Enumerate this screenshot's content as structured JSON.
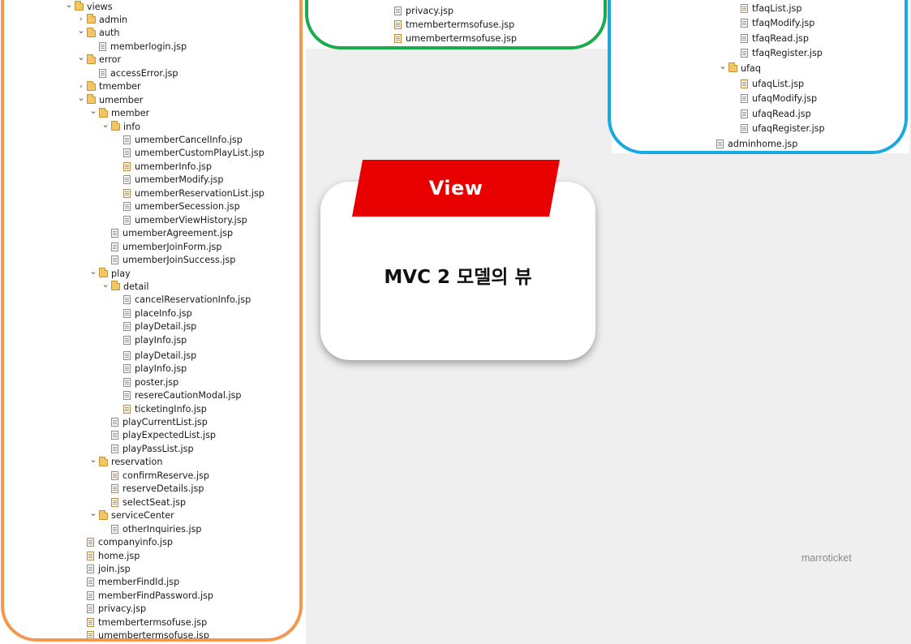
{
  "left_tree": {
    "items": [
      {
        "label": "views",
        "kind": "folder",
        "expanded": true,
        "depth": 0
      },
      {
        "label": "admin",
        "kind": "folder",
        "expanded": false,
        "depth": 1
      },
      {
        "label": "auth",
        "kind": "folder",
        "expanded": true,
        "depth": 1
      },
      {
        "label": "memberlogin.jsp",
        "kind": "file",
        "depth": 2
      },
      {
        "label": "error",
        "kind": "folder",
        "expanded": true,
        "depth": 1
      },
      {
        "label": "accessError.jsp",
        "kind": "file",
        "depth": 2
      },
      {
        "label": "tmember",
        "kind": "folder",
        "expanded": false,
        "depth": 1
      },
      {
        "label": "umember",
        "kind": "folder",
        "expanded": true,
        "depth": 1
      },
      {
        "label": "member",
        "kind": "folder",
        "expanded": true,
        "depth": 2
      },
      {
        "label": "info",
        "kind": "folder",
        "expanded": true,
        "depth": 3
      },
      {
        "label": "umemberCancelInfo.jsp",
        "kind": "file",
        "depth": 4
      },
      {
        "label": "umemberCustomPlayList.jsp",
        "kind": "file",
        "depth": 4
      },
      {
        "label": "umemberInfo.jsp",
        "kind": "file-mod",
        "depth": 4
      },
      {
        "label": "umemberModify.jsp",
        "kind": "file",
        "depth": 4
      },
      {
        "label": "umemberReservationList.jsp",
        "kind": "file-mod",
        "depth": 4
      },
      {
        "label": "umemberSecession.jsp",
        "kind": "file",
        "depth": 4
      },
      {
        "label": "umemberViewHistory.jsp",
        "kind": "file",
        "depth": 4
      },
      {
        "label": "umemberAgreement.jsp",
        "kind": "file",
        "depth": 3
      },
      {
        "label": "umemberJoinForm.jsp",
        "kind": "file",
        "depth": 3
      },
      {
        "label": "umemberJoinSuccess.jsp",
        "kind": "file",
        "depth": 3
      },
      {
        "label": "play",
        "kind": "folder",
        "expanded": true,
        "depth": 2
      },
      {
        "label": "detail",
        "kind": "folder",
        "expanded": true,
        "depth": 3
      },
      {
        "label": "cancelReservationInfo.jsp",
        "kind": "file",
        "depth": 4
      },
      {
        "label": "placeInfo.jsp",
        "kind": "file",
        "depth": 4
      },
      {
        "label": "playDetail.jsp",
        "kind": "file",
        "depth": 4
      },
      {
        "label": "playInfo.jsp",
        "kind": "file",
        "depth": 4
      },
      {
        "label": "playDetail.jsp",
        "kind": "file",
        "depth": 4
      },
      {
        "label": "playInfo.jsp",
        "kind": "file",
        "depth": 4
      },
      {
        "label": "poster.jsp",
        "kind": "file",
        "depth": 4
      },
      {
        "label": "resereCautionModal.jsp",
        "kind": "file",
        "depth": 4
      },
      {
        "label": "ticketingInfo.jsp",
        "kind": "file-mod",
        "depth": 4
      },
      {
        "label": "playCurrentList.jsp",
        "kind": "file",
        "depth": 3
      },
      {
        "label": "playExpectedList.jsp",
        "kind": "file",
        "depth": 3
      },
      {
        "label": "playPassList.jsp",
        "kind": "file",
        "depth": 3
      },
      {
        "label": "reservation",
        "kind": "folder",
        "expanded": true,
        "depth": 2
      },
      {
        "label": "confirmReserve.jsp",
        "kind": "file-mod",
        "depth": 3
      },
      {
        "label": "reserveDetails.jsp",
        "kind": "file-mod",
        "depth": 3
      },
      {
        "label": "selectSeat.jsp",
        "kind": "file-mod",
        "depth": 3
      },
      {
        "label": "serviceCenter",
        "kind": "folder",
        "expanded": true,
        "depth": 2
      },
      {
        "label": "otherInquiries.jsp",
        "kind": "file",
        "depth": 3
      },
      {
        "label": "companyinfo.jsp",
        "kind": "file-mod",
        "depth": 1
      },
      {
        "label": "home.jsp",
        "kind": "file-mod",
        "depth": 1
      },
      {
        "label": "join.jsp",
        "kind": "file",
        "depth": 1
      },
      {
        "label": "memberFindId.jsp",
        "kind": "file",
        "depth": 1
      },
      {
        "label": "memberFindPassword.jsp",
        "kind": "file",
        "depth": 1
      },
      {
        "label": "privacy.jsp",
        "kind": "file",
        "depth": 1
      },
      {
        "label": "tmembertermsofuse.jsp",
        "kind": "file-mod",
        "depth": 1
      },
      {
        "label": "umembertermsofuse.jsp",
        "kind": "file-mod",
        "depth": 1
      }
    ]
  },
  "middle_tree": {
    "items": [
      {
        "label": "privacy.jsp",
        "kind": "file",
        "depth": 0
      },
      {
        "label": "tmembertermsofuse.jsp",
        "kind": "file-mod",
        "depth": 0
      },
      {
        "label": "umembertermsofuse.jsp",
        "kind": "file-mod",
        "depth": 0
      }
    ]
  },
  "right_tree": {
    "items": [
      {
        "label": "tfaqList.jsp",
        "kind": "file-mod",
        "depth": 1
      },
      {
        "label": "tfaqModify.jsp",
        "kind": "file",
        "depth": 1
      },
      {
        "label": "tfaqRead.jsp",
        "kind": "file",
        "depth": 1
      },
      {
        "label": "tfaqRegister.jsp",
        "kind": "file",
        "depth": 1
      },
      {
        "label": "ufaq",
        "kind": "folder",
        "expanded": true,
        "depth": 0
      },
      {
        "label": "ufaqList.jsp",
        "kind": "file-mod",
        "depth": 1
      },
      {
        "label": "ufaqModify.jsp",
        "kind": "file",
        "depth": 1
      },
      {
        "label": "ufaqRead.jsp",
        "kind": "file",
        "depth": 1
      },
      {
        "label": "ufaqRegister.jsp",
        "kind": "file",
        "depth": 1
      },
      {
        "label": "adminhome.jsp",
        "kind": "file",
        "depth": -1
      }
    ]
  },
  "view_card": {
    "tab_label": "View",
    "description": "MVC 2 모델의 뷰",
    "tab_color": "#e80000"
  },
  "watermark": "marroticket",
  "colors": {
    "left_outline": "#f4974f",
    "middle_outline": "#1aac4c",
    "right_outline": "#1aa9e3"
  }
}
